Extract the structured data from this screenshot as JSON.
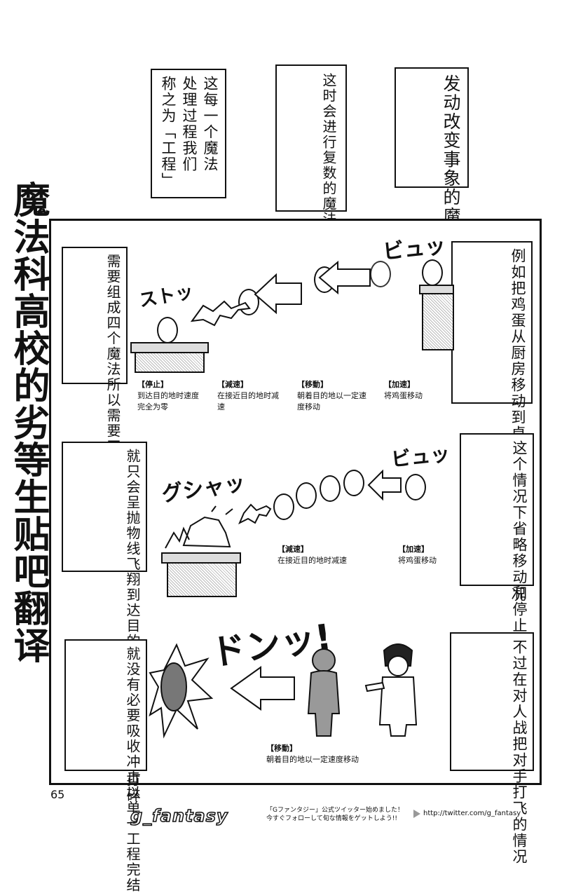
{
  "header_bubbles": {
    "b1": "发动改变事象的魔法——",
    "b2": "这时会进行复数的魔法组成过程",
    "b3_lines": [
      "这每一个魔法",
      "处理过程我们",
      "称之为「工程」"
    ]
  },
  "side_title": "魔法科高校的劣等生贴吧翻译",
  "panel1": {
    "right_bubble": "例如把鸡蛋从厨房移动到桌子上的事象改变的情况",
    "left_bubble": "需要组成四个魔法所以需要四程序",
    "sfx_fast": "ビュッ",
    "sfx_stop": "ストッ",
    "labels": [
      {
        "tag": "【加速】",
        "text": "将鸡蛋移动"
      },
      {
        "tag": "【移動】",
        "text": "朝着目的地以一定速度移动"
      },
      {
        "tag": "【減速】",
        "text": "在接近目的地时减速"
      },
      {
        "tag": "【停止】",
        "text": "到达目的地时速度完全为零"
      }
    ]
  },
  "panel2": {
    "right_bubble": "这个情况下省略移动和停止的工程的话",
    "left_bubble": "就只会呈抛物线飞翔到达目的地时就因为冲击而打碎",
    "sfx_fast": "ビュッ",
    "sfx_crash": "グシャッ",
    "labels": [
      {
        "tag": "【加速】",
        "text": "将鸡蛋移动"
      },
      {
        "tag": "【減速】",
        "text": "在接近目的地时减速"
      }
    ]
  },
  "panel3": {
    "right_bubble": "不过在对人战把对手打飞的情况",
    "left_bubble": "就没有必要吸收冲击以单一工程完结",
    "sfx_hit": "ドンッ!",
    "labels": [
      {
        "tag": "【移動】",
        "text": "朝着目的地以一定速度移动"
      }
    ]
  },
  "page_number": "65",
  "footer": {
    "logo": "g_fantasy",
    "notice_line1": "「Gファンタジー」公式ツイッター始めました！",
    "notice_line2": "今すぐフォローして旬な情報をゲットしよう!!",
    "url": "http://twitter.com/g_fantasy"
  }
}
